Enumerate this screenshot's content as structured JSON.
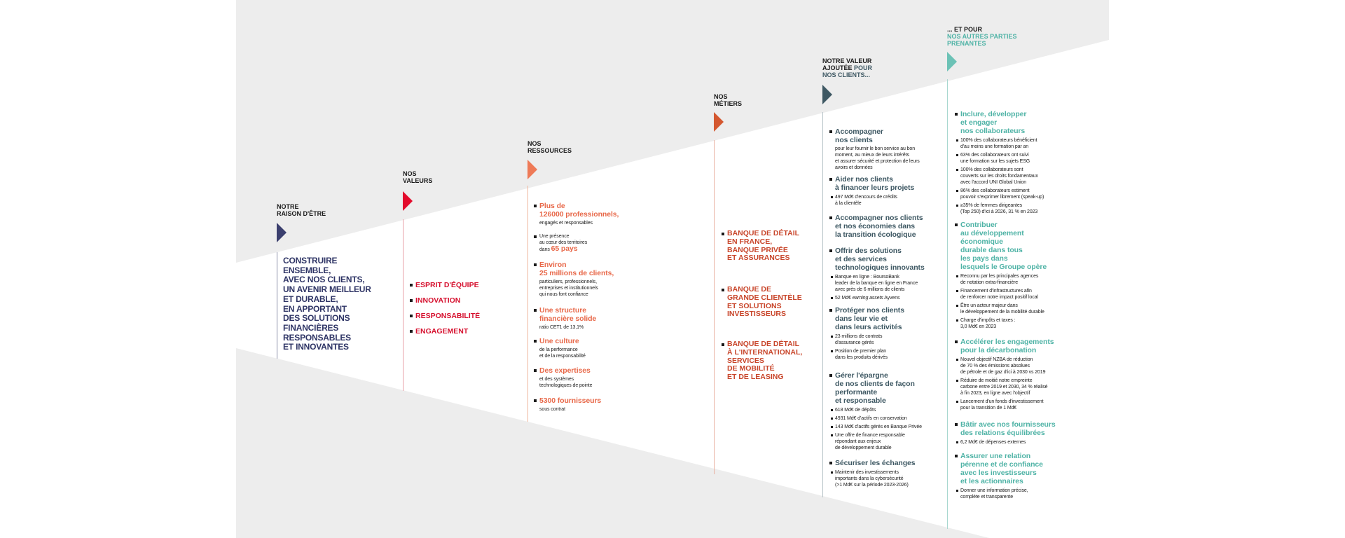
{
  "colors": {
    "gray_bg": "#ededed",
    "navy": "#2e3465",
    "red": "#d6112f",
    "salmon": "#e8694a",
    "rust": "#c8452a",
    "slate": "#3e5863",
    "teal": "#4fb3a6"
  },
  "raison": {
    "header": "NOTRE\nRAISON D'ÊTRE",
    "text": "CONSTRUIRE\nENSEMBLE,\nAVEC NOS CLIENTS,\nUN AVENIR MEILLEUR\nET DURABLE,\nEN APPORTANT\nDES SOLUTIONS\nFINANCIÈRES\nRESPONSABLES\nET INNOVANTES"
  },
  "valeurs": {
    "header": "NOS\nVALEURS",
    "items": [
      "ESPRIT D'ÉQUIPE",
      "INNOVATION",
      "RESPONSABILITÉ",
      "ENGAGEMENT"
    ]
  },
  "ressources": {
    "header": "NOS\nRESSOURCES",
    "items": [
      {
        "title": "Plus de\n126000 professionnels,",
        "body": "engagés et responsables"
      },
      {
        "pre": "Une présence\nau cœur des territoires\ndans ",
        "title": "65 pays"
      },
      {
        "title": "Environ\n25 millions de clients,",
        "body": "particuliers, professionnels,\nentreprises et institutionnels\nqui nous font confiance"
      },
      {
        "title": "Une structure\nfinancière solide",
        "body": "ratio CET1 de 13,1%"
      },
      {
        "title": "Une culture",
        "body": "de la performance\net de la responsabilité"
      },
      {
        "title": "Des expertises",
        "body": "et des systèmes\ntechnologiques de pointe"
      },
      {
        "title": "5300 fournisseurs",
        "body": "sous contrat"
      }
    ]
  },
  "metiers": {
    "header": "NOS\nMÉTIERS",
    "items": [
      "BANQUE DE DÉTAIL\nEN FRANCE,\nBANQUE PRIVÉE\nET ASSURANCES",
      "BANQUE DE\nGRANDE CLIENTÈLE\nET SOLUTIONS\nINVESTISSEURS",
      "BANQUE DE DÉTAIL\nÀ L'INTERNATIONAL,\nSERVICES\nDE MOBILITÉ\nET DE LEASING"
    ]
  },
  "valeur_ajoutee": {
    "header_dark": "NOTRE VALEUR\nAJOUTÉE",
    "header_accent": " POUR\nNOS CLIENTS...",
    "items": [
      {
        "title": "Accompagner\nnos clients",
        "body": "pour leur fournir le bon service au bon\nmoment, au mieux de leurs intérêts\net assurer sécurité et protection de leurs\navoirs et données"
      },
      {
        "title": "Aider nos clients\nà financer leurs projets",
        "bullets": [
          "497 Md€ d'encours de crédits\nà la clientèle"
        ]
      },
      {
        "title": "Accompagner nos clients\net nos économies dans\nla transition écologique"
      },
      {
        "title": "Offrir des solutions\net des services\ntechnologiques innovants",
        "bullets": [
          "Banque en ligne : BoursoBank\nleader de la banque en ligne en France\navec près de 6 millions de clients",
          "52 Md€ earning assets Ayvens"
        ]
      },
      {
        "title": "Protéger nos clients\ndans leur vie et\ndans leurs activités",
        "bullets": [
          "23 millions de contrats\nd'assurance gérés",
          "Position de premier plan\ndans les produits dérivés"
        ]
      },
      {
        "title": "Gérer l'épargne\nde nos clients de façon\nperformante\net responsable",
        "bullets": [
          "618 Md€ de dépôts",
          "4931 Md€ d'actifs en conservation",
          "143 Md€ d'actifs gérés en Banque Privée",
          "Une offre de finance responsable\nrépondant aux enjeux\nde développement durable"
        ]
      },
      {
        "title": "Sécuriser les échanges",
        "bullets": [
          "Maintenir des investissements\nimportants dans la cybersécurité\n(>1 Md€ sur la période 2023-2026)"
        ]
      }
    ]
  },
  "parties_prenantes": {
    "header_dark": "... ET POUR",
    "header_accent": "\nNOS AUTRES PARTIES\nPRENANTES",
    "items": [
      {
        "title": "Inclure, développer\net engager\nnos collaborateurs",
        "bullets": [
          "100% des collaborateurs bénéficient\nd'au moins une formation par an",
          "63% des collaborateurs ont suivi\nune formation sur les sujets ESG",
          "100% des collaborateurs sont\ncouverts sur les droits fondamentaux\navec l'accord UNI Global Union",
          "86% des collaborateurs estiment\npouvoir s'exprimer librement (speak-up)",
          "≥35% de femmes dirigeantes\n(Top 250) d'ici à 2026, 31 % en 2023"
        ]
      },
      {
        "title": "Contribuer\nau développement\néconomique\ndurable dans tous\nles pays dans\nlesquels le Groupe opère",
        "bullets": [
          "Reconnu par les principales agences\nde notation extra-financière",
          "Financement d'infrastructures afin\nde renforcer notre impact positif local",
          "Être un acteur majeur dans\nle développement de la mobilité durable",
          "Charge d'impôts et taxes :\n3,0 Md€ en 2023"
        ]
      },
      {
        "title": "Accélérer les engagements\npour la décarbonation",
        "bullets": [
          "Nouvel objectif NZBA de réduction\nde 70 % des émissions absolues\nde pétrole et de gaz d'ici à 2030 vs 2019",
          "Réduire de moitié notre empreinte\ncarbone entre 2019 et 2030, 34 % réalisé\nà fin 2023, en ligne avec l'objectif",
          "Lancement d'un fonds d'investissement\npour la transition de 1 Md€"
        ]
      },
      {
        "title": "Bâtir avec nos fournisseurs\ndes relations équilibrées",
        "bullets": [
          "6,2 Md€ de dépenses externes"
        ]
      },
      {
        "title": "Assurer une relation\npérenne et de confiance\navec les investisseurs\net les actionnaires",
        "bullets": [
          "Donner une information précise,\ncomplète et transparente"
        ]
      }
    ]
  }
}
